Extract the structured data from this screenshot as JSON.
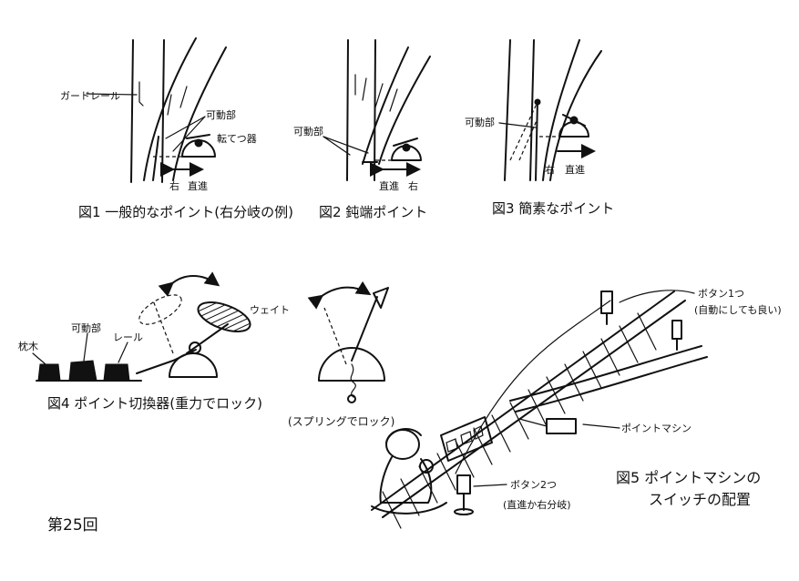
{
  "fig1": {
    "caption": "図1 一般的なポイント(右分岐の例)",
    "label_guardrail": "ガードレール",
    "label_movable": "可動部",
    "label_switch": "転てつ器",
    "label_right": "右",
    "label_straight": "直進"
  },
  "fig2": {
    "caption": "図2 鈍端ポイント",
    "label_movable": "可動部",
    "label_straight": "直進",
    "label_right": "右"
  },
  "fig3": {
    "caption": "図3 簡素なポイント",
    "label_movable": "可動部",
    "label_right": "右",
    "label_straight": "直進"
  },
  "fig4": {
    "caption": "図4 ポイント切換器(重力でロック)",
    "label_sleeper": "枕木",
    "label_movable": "可動部",
    "label_rail": "レール",
    "label_weight": "ウェイト",
    "spring_caption": "(スプリングでロック)"
  },
  "fig5": {
    "caption_line1": "図5 ポイントマシンの",
    "caption_line2": "スイッチの配置",
    "label_button1": "ボタン1つ",
    "label_button1_note": "(自動にしても良い)",
    "label_point_machine": "ポイントマシン",
    "label_button2": "ボタン2つ",
    "label_button2_note": "(直進か右分岐)"
  },
  "episode": "第25回"
}
